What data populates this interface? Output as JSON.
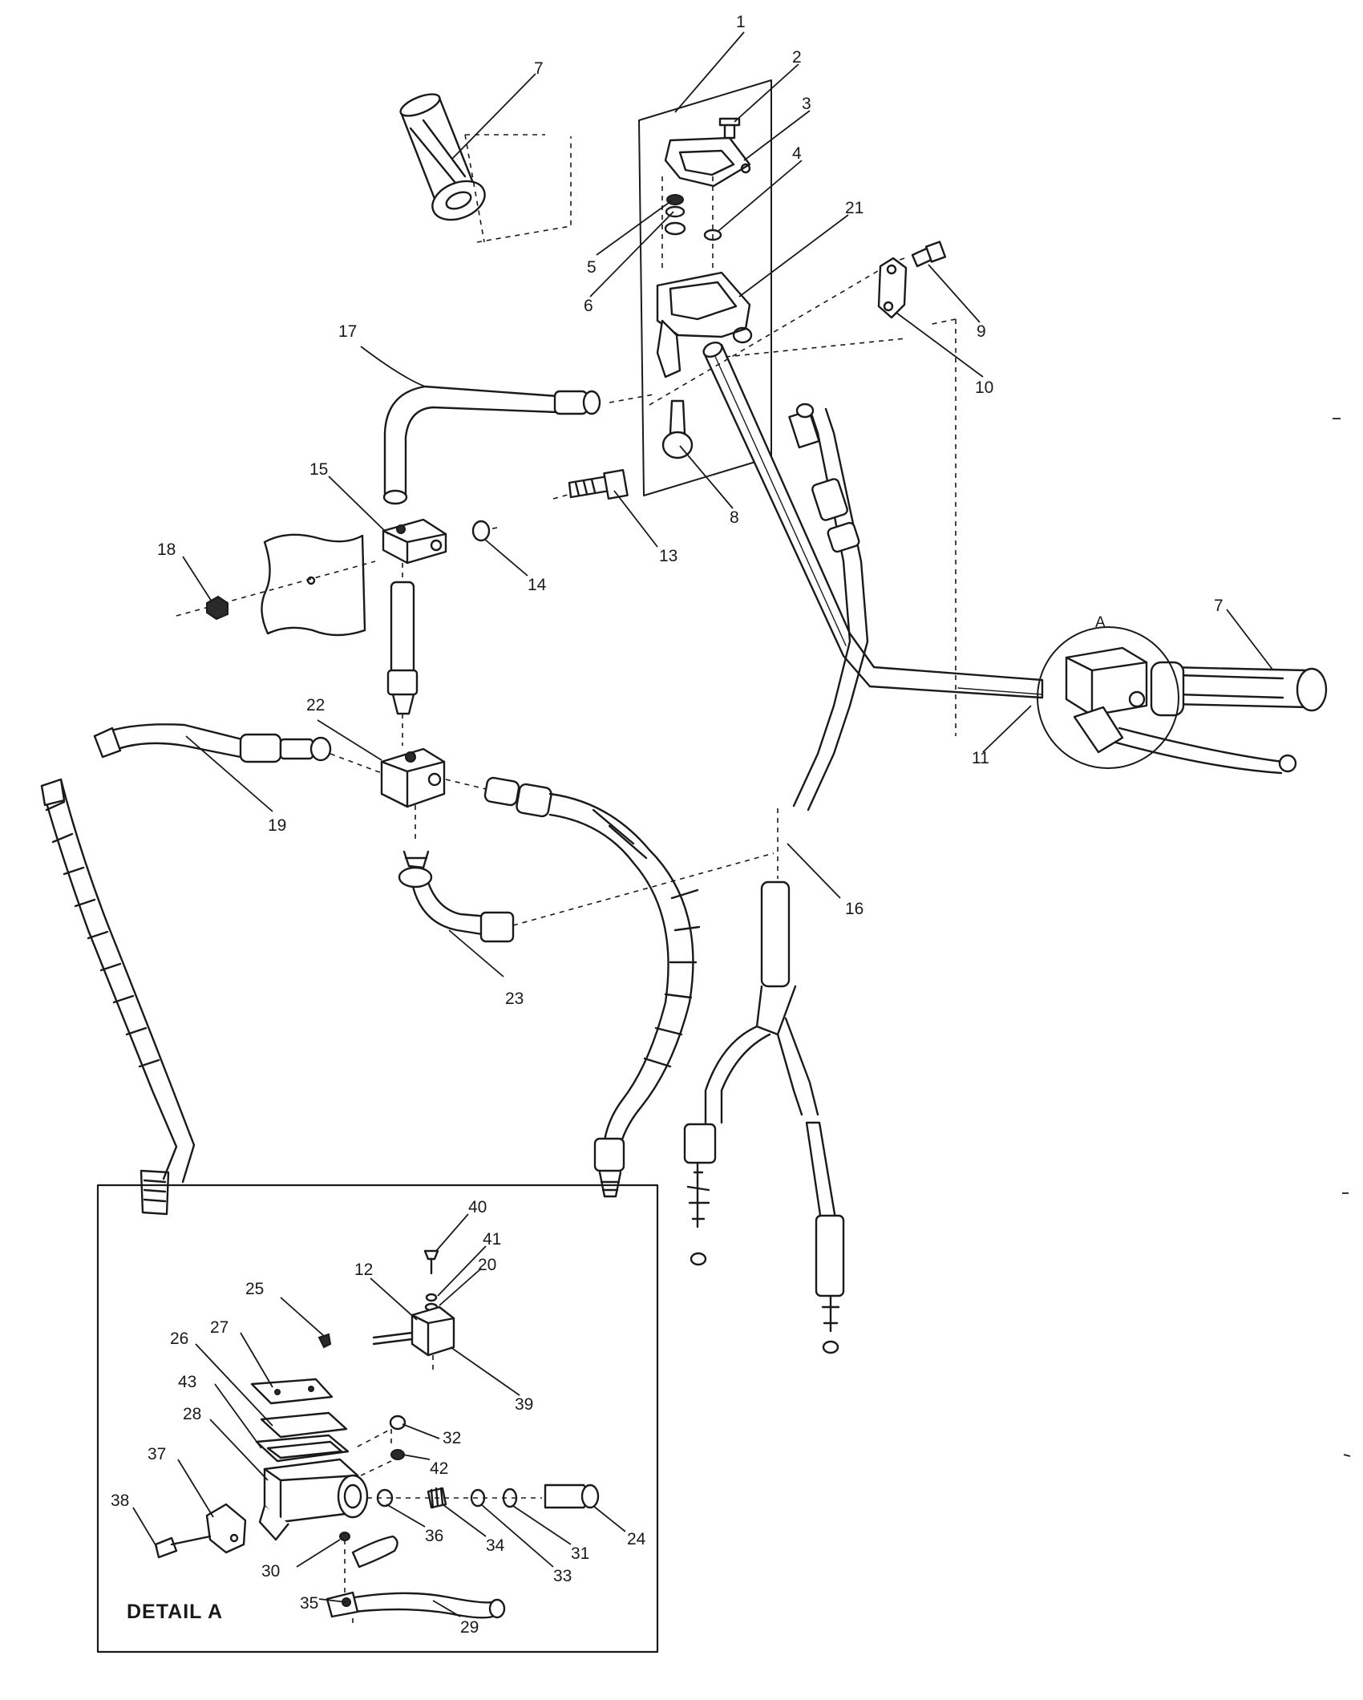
{
  "callouts": [
    {
      "id": "c1",
      "text": "1"
    },
    {
      "id": "c2",
      "text": "2"
    },
    {
      "id": "c3",
      "text": "3"
    },
    {
      "id": "c4",
      "text": "4"
    },
    {
      "id": "c5",
      "text": "5"
    },
    {
      "id": "c6",
      "text": "6"
    },
    {
      "id": "c7a",
      "text": "7"
    },
    {
      "id": "c7b",
      "text": "7"
    },
    {
      "id": "c8",
      "text": "8"
    },
    {
      "id": "c9",
      "text": "9"
    },
    {
      "id": "c10",
      "text": "10"
    },
    {
      "id": "c11",
      "text": "11"
    },
    {
      "id": "c13",
      "text": "13"
    },
    {
      "id": "c14",
      "text": "14"
    },
    {
      "id": "c15",
      "text": "15"
    },
    {
      "id": "c16",
      "text": "16"
    },
    {
      "id": "c17",
      "text": "17"
    },
    {
      "id": "c18",
      "text": "18"
    },
    {
      "id": "c19",
      "text": "19"
    },
    {
      "id": "c21",
      "text": "21"
    },
    {
      "id": "c22",
      "text": "22"
    },
    {
      "id": "c23",
      "text": "23"
    }
  ],
  "detail": {
    "title": "DETAIL  A",
    "marker": "A",
    "callouts": [
      {
        "id": "d12",
        "text": "12"
      },
      {
        "id": "d20",
        "text": "20"
      },
      {
        "id": "d24",
        "text": "24"
      },
      {
        "id": "d25",
        "text": "25"
      },
      {
        "id": "d26",
        "text": "26"
      },
      {
        "id": "d27",
        "text": "27"
      },
      {
        "id": "d28",
        "text": "28"
      },
      {
        "id": "d29",
        "text": "29"
      },
      {
        "id": "d30",
        "text": "30"
      },
      {
        "id": "d31",
        "text": "31"
      },
      {
        "id": "d32",
        "text": "32"
      },
      {
        "id": "d33",
        "text": "33"
      },
      {
        "id": "d34",
        "text": "34"
      },
      {
        "id": "d35",
        "text": "35"
      },
      {
        "id": "d36",
        "text": "36"
      },
      {
        "id": "d37",
        "text": "37"
      },
      {
        "id": "d38",
        "text": "38"
      },
      {
        "id": "d39",
        "text": "39"
      },
      {
        "id": "d40",
        "text": "40"
      },
      {
        "id": "d41",
        "text": "41"
      },
      {
        "id": "d42",
        "text": "42"
      },
      {
        "id": "d43",
        "text": "43"
      }
    ]
  }
}
